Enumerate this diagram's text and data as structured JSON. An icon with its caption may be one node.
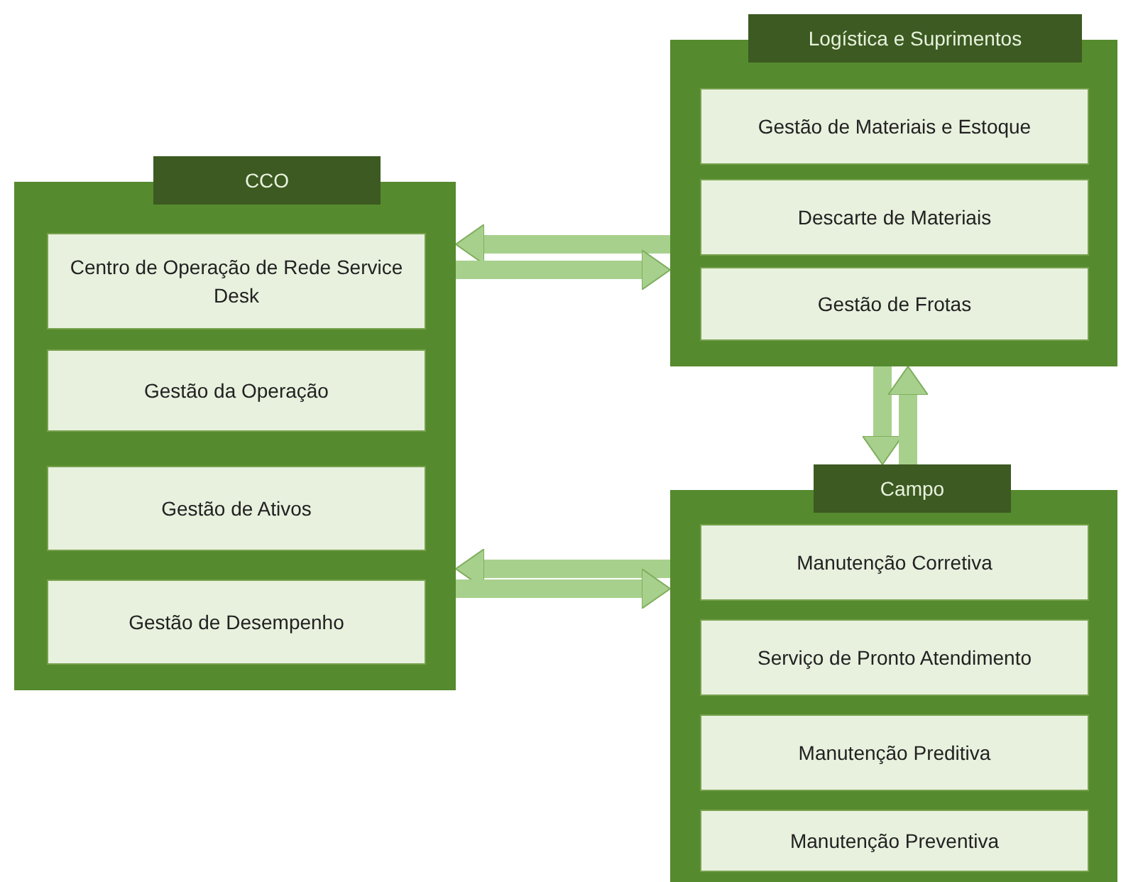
{
  "diagram": {
    "nodes": [
      {
        "text": [
          "Logística e Suprimentos"
        ]
      },
      {
        "text": [
          "Gestão de Materiais e Estoque"
        ],
        "in": 0
      },
      {
        "text": [
          "Descarte de Materiais"
        ],
        "in": 0
      },
      {
        "text": [
          "Gestão de Frotas"
        ],
        "in": 0
      },
      {
        "text": [
          "CCO"
        ]
      },
      {
        "text": [
          "Centro de Operação de Rede Service Desk"
        ],
        "in": 4
      },
      {
        "text": [
          "Gestão da Operação"
        ],
        "in": 4
      },
      {
        "text": [
          "Gestão de Ativos"
        ],
        "in": 4
      },
      {
        "text": [
          "Gestão de Desempenho"
        ],
        "in": 4
      },
      {
        "text": [
          "Campo"
        ]
      },
      {
        "text": [
          "Manutenção Corretiva"
        ],
        "in": 9
      },
      {
        "text": [
          "Serviço de Pronto Atendimento"
        ],
        "in": 9
      },
      {
        "text": [
          "Manutenção Preditiva"
        ],
        "in": 9
      },
      {
        "text": [
          "Manutenção Preventiva"
        ],
        "in": 9
      }
    ],
    "edges": [
      {
        "from": 0,
        "to": 4,
        "arrow": "to"
      },
      {
        "from": 4,
        "to": 0,
        "arrow": "to"
      },
      {
        "from": 9,
        "to": 4,
        "arrow": "to"
      },
      {
        "from": 4,
        "to": 9,
        "arrow": "to"
      },
      {
        "from": 0,
        "to": 9,
        "arrow": "to"
      },
      {
        "from": 9,
        "to": 0,
        "arrow": "to"
      }
    ]
  }
}
